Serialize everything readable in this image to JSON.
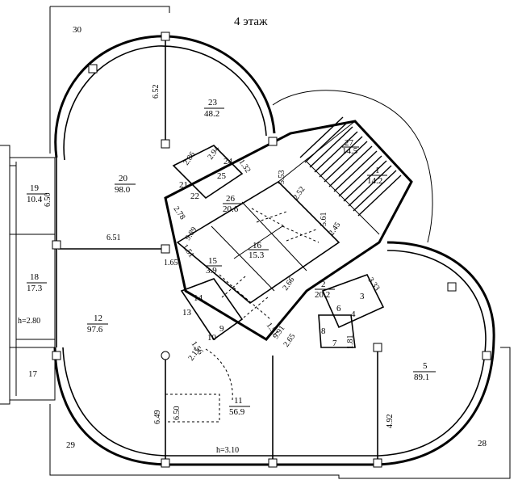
{
  "title": "4 этаж",
  "rooms": [
    {
      "num": "1",
      "area": "14.2"
    },
    {
      "num": "2",
      "area": "20.2"
    },
    {
      "num": "3",
      "area": ""
    },
    {
      "num": "4",
      "area": ""
    },
    {
      "num": "5",
      "area": "89.1"
    },
    {
      "num": "6",
      "area": ""
    },
    {
      "num": "7",
      "area": ""
    },
    {
      "num": "8",
      "area": ""
    },
    {
      "num": "9",
      "area": ""
    },
    {
      "num": "10",
      "area": ""
    },
    {
      "num": "11",
      "area": "56.9"
    },
    {
      "num": "12",
      "area": "97.6"
    },
    {
      "num": "13",
      "area": ""
    },
    {
      "num": "14",
      "area": ""
    },
    {
      "num": "15",
      "area": "3.9"
    },
    {
      "num": "16",
      "area": "15.3"
    },
    {
      "num": "17",
      "area": ""
    },
    {
      "num": "18",
      "area": "17.3"
    },
    {
      "num": "19",
      "area": "10.4"
    },
    {
      "num": "20",
      "area": "98.0"
    },
    {
      "num": "21",
      "area": ""
    },
    {
      "num": "22",
      "area": ""
    },
    {
      "num": "23",
      "area": "48.2"
    },
    {
      "num": "24",
      "area": ""
    },
    {
      "num": "25",
      "area": ""
    },
    {
      "num": "26",
      "area": "20.6"
    },
    {
      "num": "27",
      "area": "14.5"
    },
    {
      "num": "28",
      "area": ""
    },
    {
      "num": "29",
      "area": ""
    },
    {
      "num": "30",
      "area": ""
    }
  ],
  "dimensions": [
    "6.52",
    "2.86",
    "2.94",
    "1.32",
    "2.78",
    "6.50",
    "6.51",
    "1.65",
    "1.51",
    "9.89",
    "5.53",
    "2.52",
    "5.61",
    "2.45",
    "2.66",
    "3.33",
    "9.91",
    "2.65",
    "1.51",
    "1.81",
    "1.56",
    "2.15",
    "6.49",
    "6.50",
    "4.92"
  ],
  "heights": [
    "h=2.80",
    "h=3.10"
  ]
}
